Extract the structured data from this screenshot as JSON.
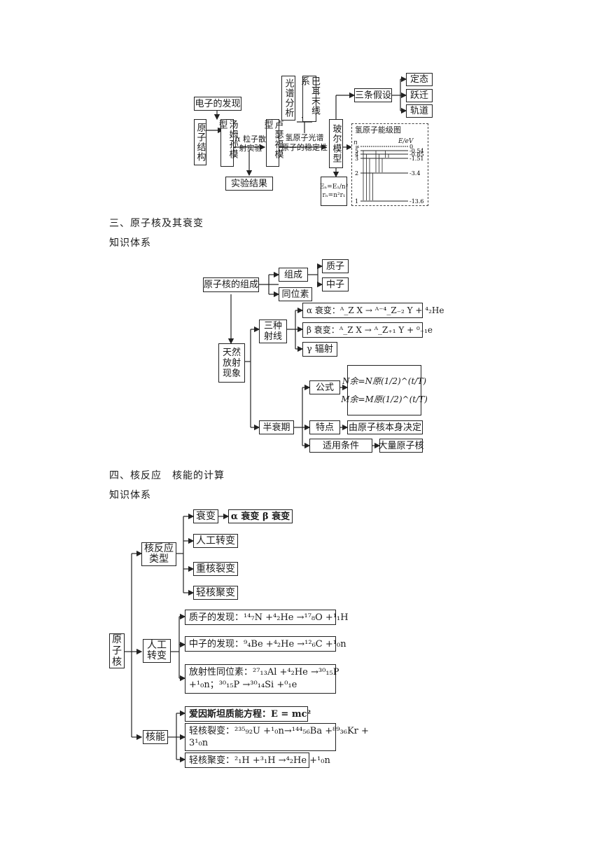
{
  "section1": {
    "electron_discovery": "电子的发现",
    "atomic_structure": "原子结构",
    "thomson_model": "汤姆孙模型",
    "alpha_scatter": "α 粒子散射实验",
    "experiment_result": "实验结果",
    "rutherford_model": "卢瑟福模型",
    "spectral_analysis": "光谱分析",
    "balmer_series": "巴耳末线系",
    "hydrogen_spectrum": "氢原子光谱",
    "atom_stability": "原子的稳定性",
    "bohr_model": "玻尔模型",
    "three_assumptions": "三条假设",
    "stationary_state": "定态",
    "transition": "跃迁",
    "orbit": "轨道",
    "energy_formula": "Eₙ=E₁/n²",
    "radius_formula": "rₙ=n²r₁",
    "energy_diagram": {
      "title": "氢原子能级图",
      "n_label": "n",
      "unit_label": "E/eV",
      "levels": [
        {
          "n": "∞",
          "e": "0"
        },
        {
          "n": "5",
          "e": "-0.54"
        },
        {
          "n": "4",
          "e": "-0.85"
        },
        {
          "n": "3",
          "e": "-1.51"
        },
        {
          "n": "2",
          "e": "-3.4"
        },
        {
          "n": "1",
          "e": "-13.6"
        }
      ]
    }
  },
  "section2": {
    "heading": "三、原子核及其衰变",
    "subheading": "知识体系",
    "nucleus_composition": "原子核的组成",
    "composition": "组成",
    "proton": "质子",
    "neutron": "中子",
    "isotope": "同位素",
    "natural_radioactivity": "天然放射现象",
    "three_rays": "三种射线",
    "alpha_decay": "α 衰变：ᴬ_Z X → ᴬ⁻⁴_Z₋₂ Y + ⁴₂He",
    "beta_decay": "β 衰变：ᴬ_Z X → ᴬ_Z₊₁ Y + ⁰₋₁e",
    "gamma_ray": "γ 辐射",
    "half_life": "半衰期",
    "formula": "公式",
    "formula_n": "N余=N原(1/2)^(t/T)",
    "formula_m": "M余=M原(1/2)^(t/T)",
    "feature": "特点",
    "feature_text": "由原子核本身决定",
    "conditions": "适用条件",
    "conditions_text": "大量原子核"
  },
  "section3": {
    "heading": "四、核反应　核能的计算",
    "subheading": "知识体系",
    "nucleus": "原子核",
    "reaction_types": "核反应类型",
    "decay": "衰变",
    "decay_types": "α 衰变 β 衰变",
    "artificial_transmutation": "人工转变",
    "heavy_fission": "重核裂变",
    "light_fusion": "轻核聚变",
    "artificial": "人工转变",
    "proton_discovery": "质子的发现：¹⁴₇N +⁴₂He →¹⁷₈O +¹₁H",
    "neutron_discovery": "中子的发现：⁹₄Be +⁴₂He →¹²₆C +¹₀n",
    "radioisotope_1": "放射性同位素：²⁷₁₃Al +⁴₂He →³⁰₁₅P",
    "radioisotope_2": "+¹₀n；³⁰₁₅P →³⁰₁₄Si +⁰₁e",
    "nuclear_energy": "核能",
    "einstein": "爱因斯坦质能方程：E = mc²",
    "fission_1": "轻核裂变：²³⁵₉₂U +¹₀n→¹⁴⁴₅₆Ba +⁸⁹₃₆Kr +",
    "fission_2": "3¹₀n",
    "fusion": "轻核聚变：²₁H +³₁H →⁴₂He +¹₀n"
  }
}
